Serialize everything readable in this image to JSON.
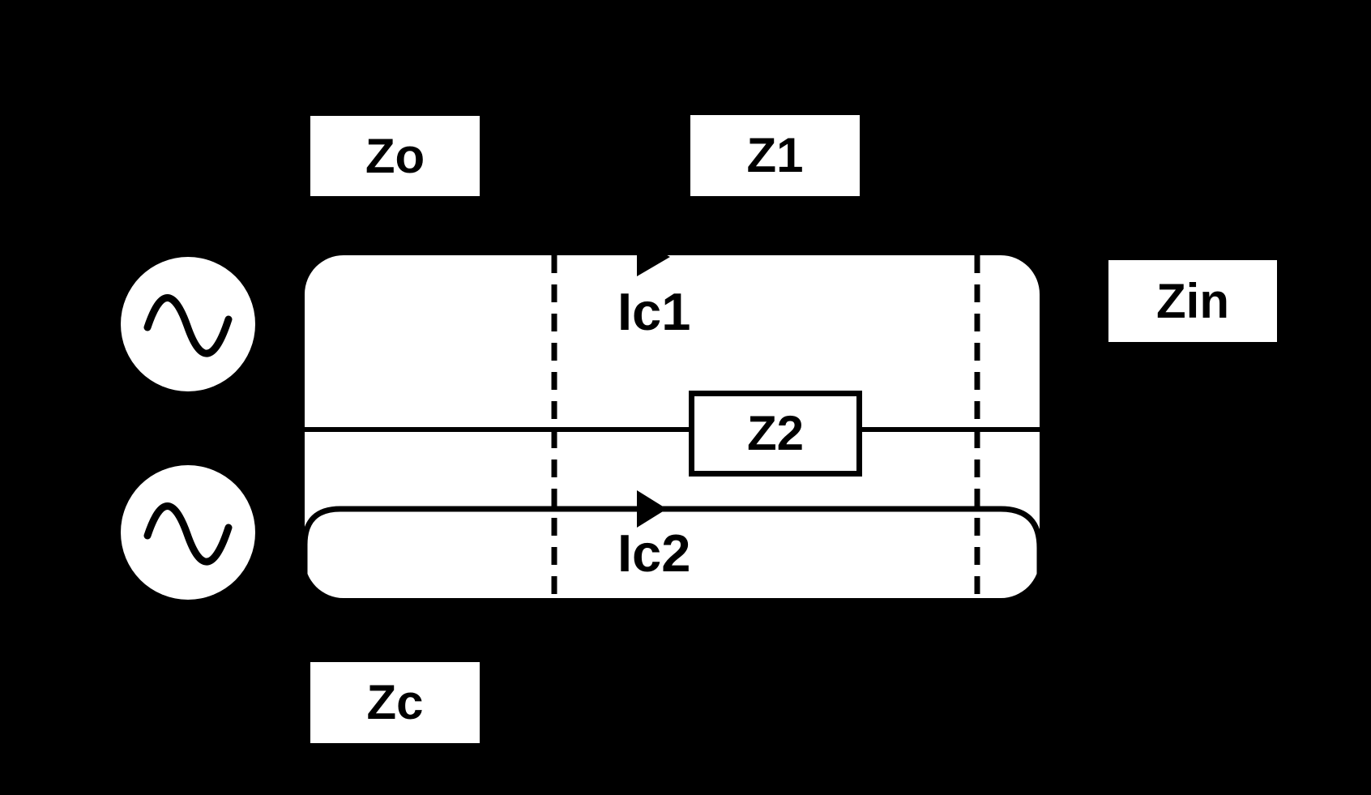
{
  "theme": {
    "background": "#000000",
    "surface": "#ffffff",
    "line": "#000000",
    "text": "#000000"
  },
  "diagram": {
    "impedance_labels": {
      "zo": "Zo",
      "z1": "Z1",
      "z2": "Z2",
      "zc": "Zc",
      "zin": "Zin"
    },
    "current_labels": {
      "ic1": "Ic1",
      "ic2": "Ic2"
    },
    "icons": {
      "source_top": "ac-source-icon",
      "source_bottom": "ac-source-icon",
      "arrow_top": "current-direction-arrow-icon",
      "arrow_bottom": "current-direction-arrow-icon",
      "boundary_left": "section-boundary-dashed-line",
      "boundary_right": "section-boundary-dashed-line"
    }
  }
}
